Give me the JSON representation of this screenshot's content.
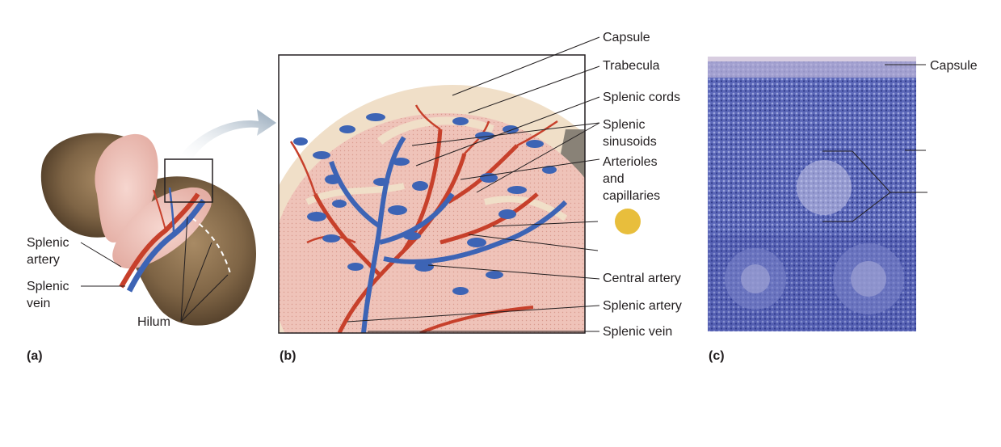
{
  "panels": {
    "a": "(a)",
    "b": "(b)",
    "c": "(c)"
  },
  "labels_a": {
    "splenic_artery": [
      "Splenic",
      "artery"
    ],
    "splenic_vein": [
      "Splenic",
      "vein"
    ],
    "hilum": "Hilum"
  },
  "labels_b": {
    "capsule": "Capsule",
    "trabecula": "Trabecula",
    "splenic_cords": "Splenic cords",
    "splenic_sinusoids": [
      "Splenic",
      "sinusoids"
    ],
    "arterioles_capillaries": [
      "Arterioles",
      "and",
      "capillaries"
    ],
    "central_artery": "Central artery",
    "splenic_artery": "Splenic artery",
    "splenic_vein": "Splenic vein"
  },
  "labels_c": {
    "capsule": "Capsule"
  },
  "colors": {
    "artery": "#c7402b",
    "vein": "#3d64b5",
    "parenchyma": "#edbdb4",
    "capsule": "#f0dfc8",
    "marker": "#e8be3c",
    "histology": "#5b67b8"
  }
}
